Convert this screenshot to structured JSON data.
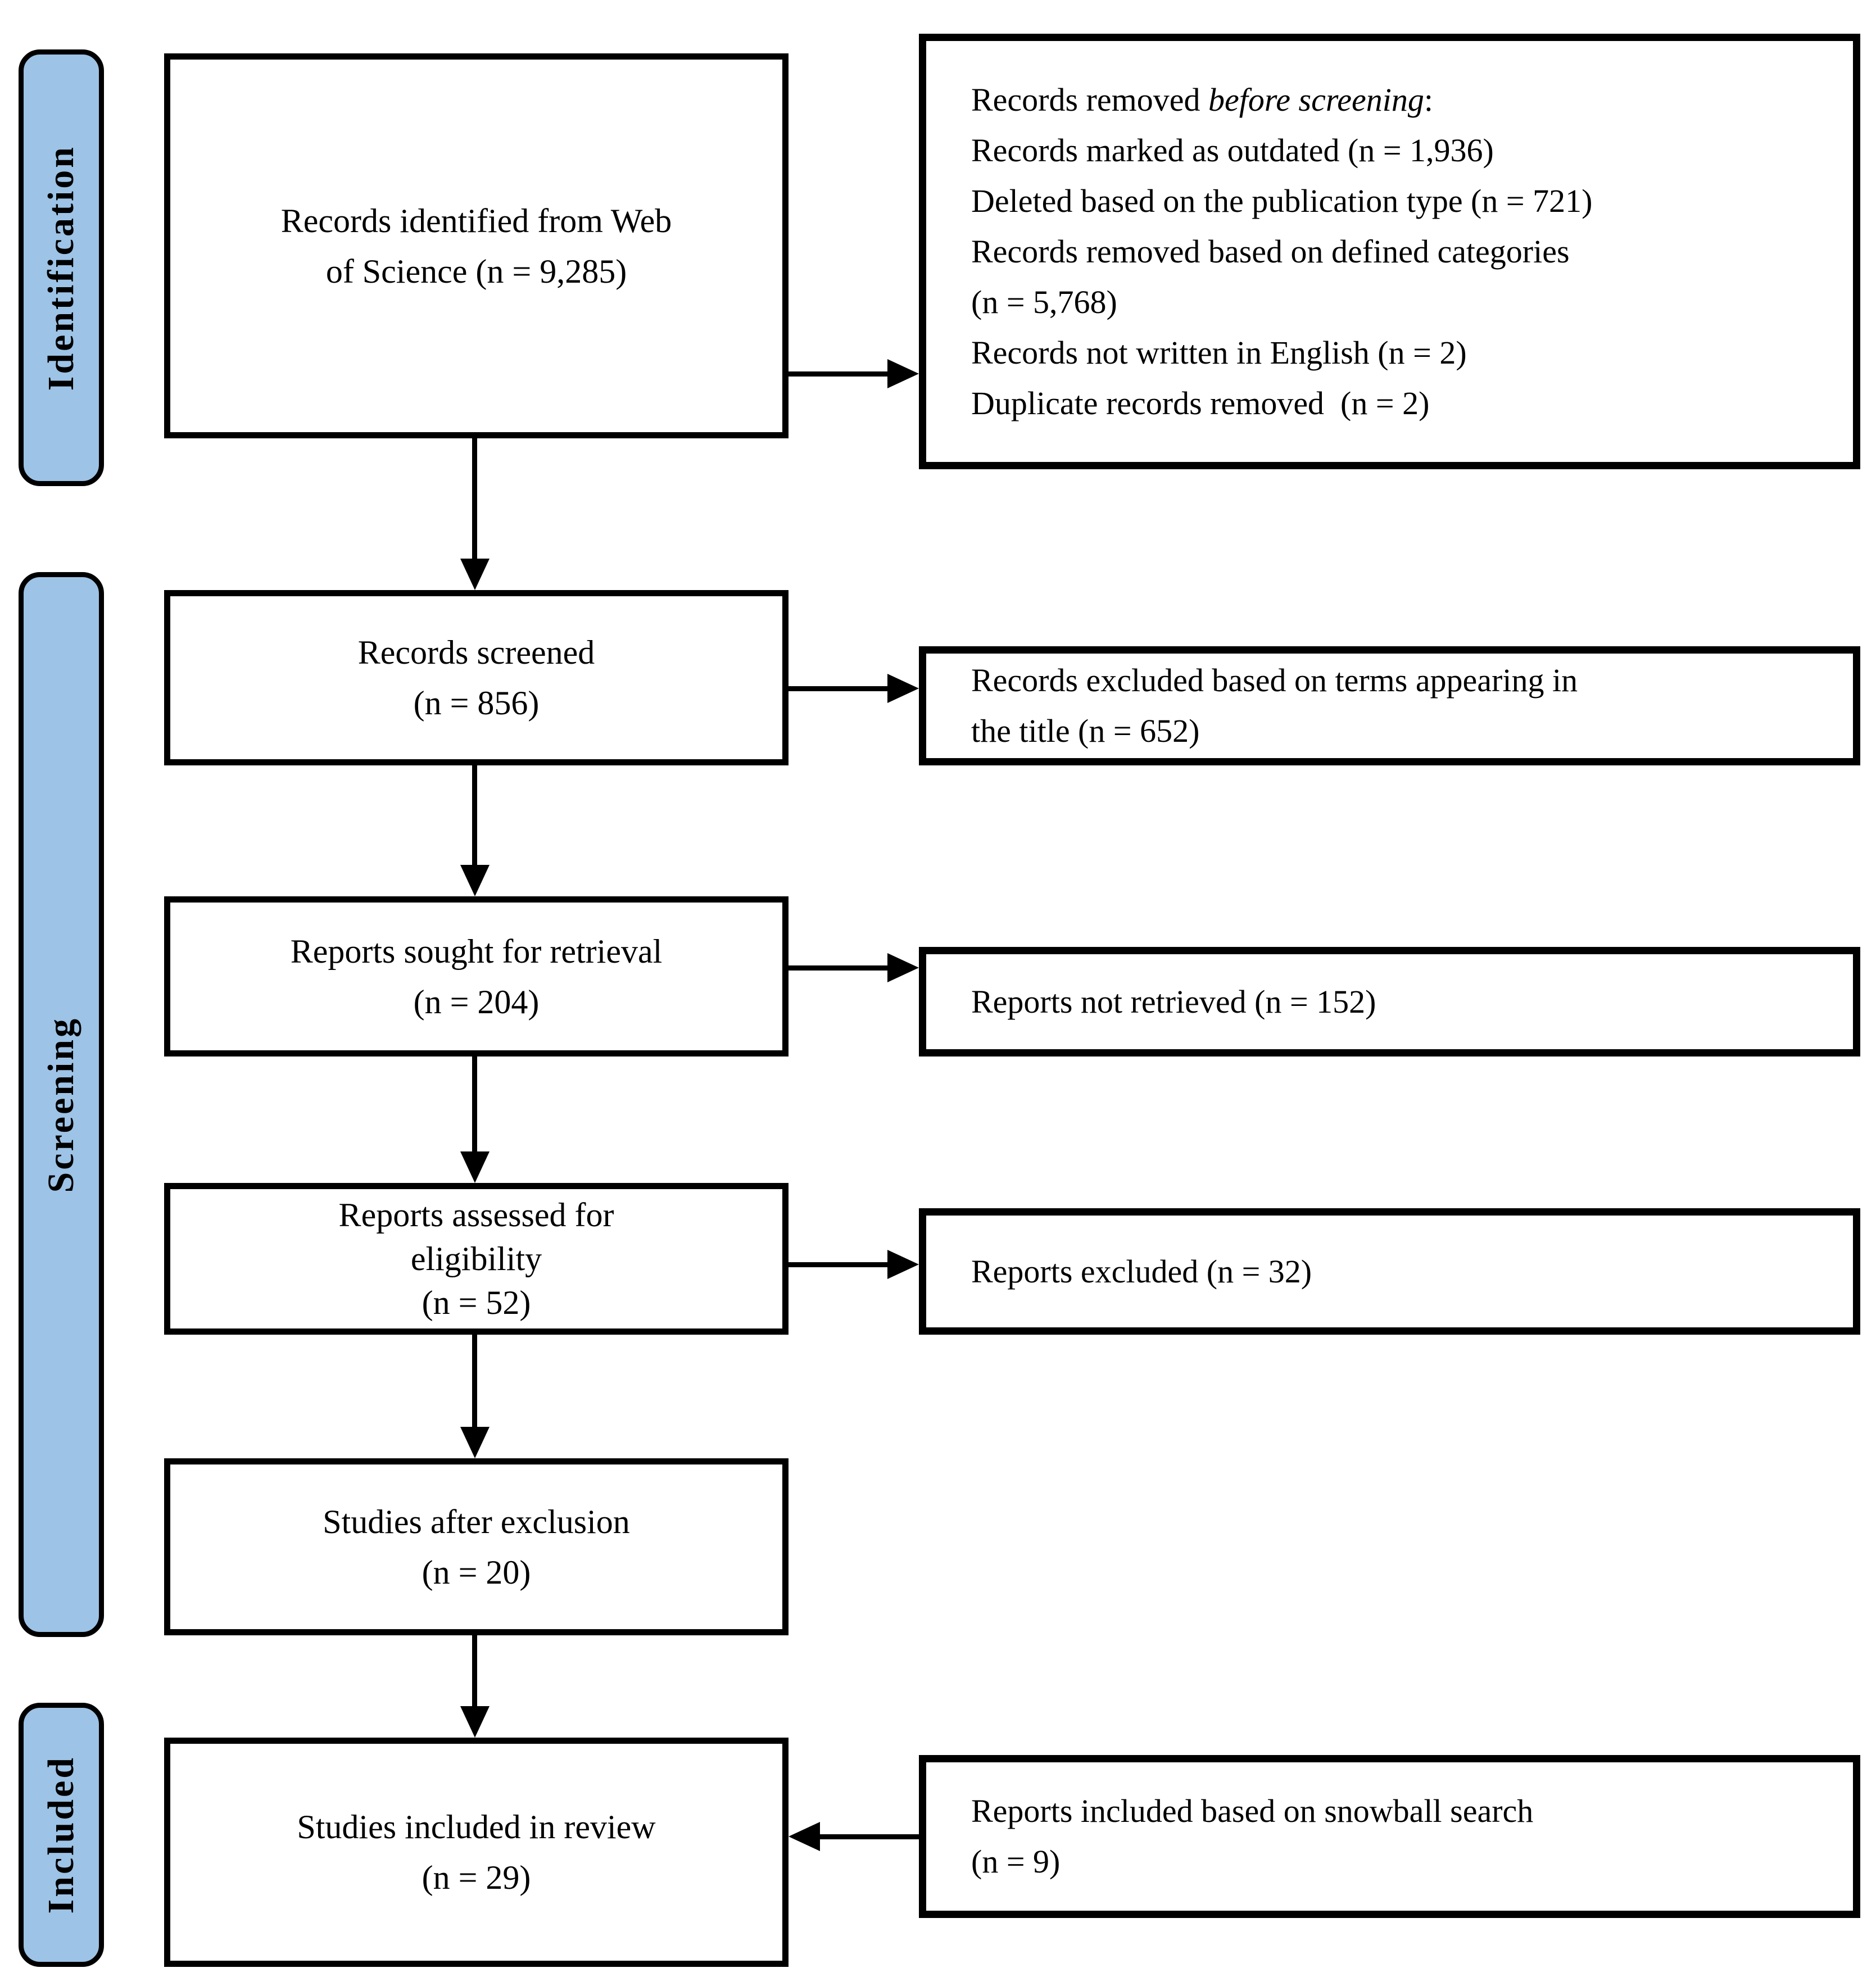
{
  "stages": {
    "identification": {
      "label": "Identification"
    },
    "screening": {
      "label": "Screening"
    },
    "included": {
      "label": "Included"
    }
  },
  "boxes": {
    "identified": {
      "lines": [
        "Records identified from Web",
        "of Science (n = 9,285)"
      ]
    },
    "screened": {
      "lines": [
        "Records screened",
        "(n = 856)"
      ]
    },
    "sought": {
      "lines": [
        "Reports sought for retrieval",
        "(n = 204)"
      ]
    },
    "assessed": {
      "lines": [
        "Reports assessed for",
        "eligibility",
        "(n = 52)"
      ]
    },
    "after_exclusion": {
      "lines": [
        "Studies after exclusion",
        "(n = 20)"
      ]
    },
    "included_review": {
      "lines": [
        "Studies included in review",
        "(n = 29)"
      ]
    }
  },
  "side_boxes": {
    "removed_before_screening": {
      "intro_prefix": "Records removed ",
      "intro_italic": "before screening",
      "intro_suffix": ":",
      "lines": [
        "Records marked as outdated (n = 1,936)",
        "Deleted based on the publication type (n = 721)",
        "Records removed based on defined categories",
        "(n = 5,768)",
        "Records not written in English (n = 2)",
        "Duplicate records removed  (n = 2)"
      ]
    },
    "excluded_title": {
      "lines": [
        "Records excluded based on terms appearing in",
        "the title (n = 652)"
      ]
    },
    "not_retrieved": {
      "lines": [
        "Reports not retrieved (n = 152)"
      ]
    },
    "excluded_reports": {
      "lines": [
        "Reports excluded (n = 32)"
      ]
    },
    "snowball": {
      "lines": [
        "Reports included based on snowball search",
        "(n = 9)"
      ]
    }
  },
  "colors": {
    "stage_fill": "#9DC3E6",
    "line": "#000000",
    "text": "#000000",
    "background": "#FFFFFF"
  }
}
